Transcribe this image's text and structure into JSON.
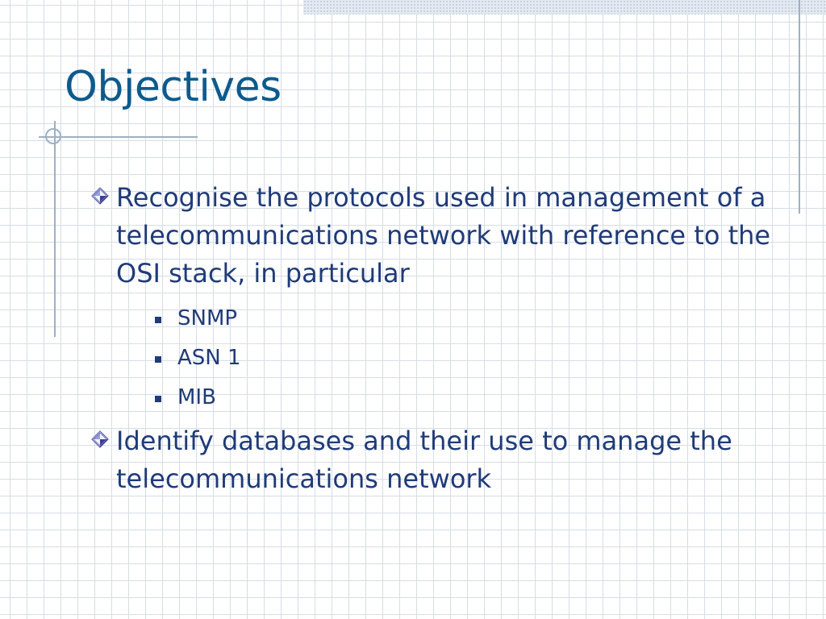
{
  "slide": {
    "title": "Objectives",
    "bullets": [
      {
        "text": "Recognise the protocols used in management of a telecommunications network with reference to the OSI stack, in particular",
        "subitems": [
          "SNMP",
          "ASN 1",
          "MIB"
        ]
      },
      {
        "text": "Identify databases and their use to manage the telecommunications network"
      }
    ]
  },
  "colors": {
    "title": "#0d5b8d",
    "body_text": "#1f3b78",
    "grid": "#d6dde6",
    "accent_lines": "#9fb0c4"
  },
  "icons": {
    "level1_bullet": "diamond-bullet-icon",
    "level2_bullet": "square-bullet-icon"
  }
}
